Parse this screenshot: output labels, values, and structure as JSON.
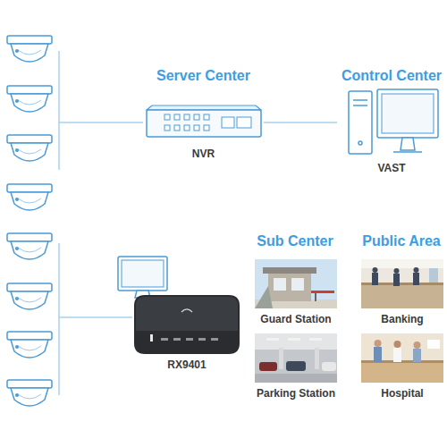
{
  "diagram": {
    "nodes": [
      {
        "text": [
          "Server Center",
          "NVR"
        ]
      },
      {
        "text": [
          "Control Center",
          "VAST"
        ]
      },
      {
        "text": [
          "RX9401"
        ]
      },
      {
        "text": [
          "Guard Station"
        ]
      },
      {
        "text": [
          "Banking"
        ]
      },
      {
        "text": [
          "Parking Station"
        ]
      },
      {
        "text": [
          "Hospital"
        ]
      }
    ],
    "edges": [
      {
        "from": 0,
        "to": 1,
        "arrow": "none"
      }
    ],
    "labels": [
      "Sub Center",
      "Public Area"
    ]
  }
}
